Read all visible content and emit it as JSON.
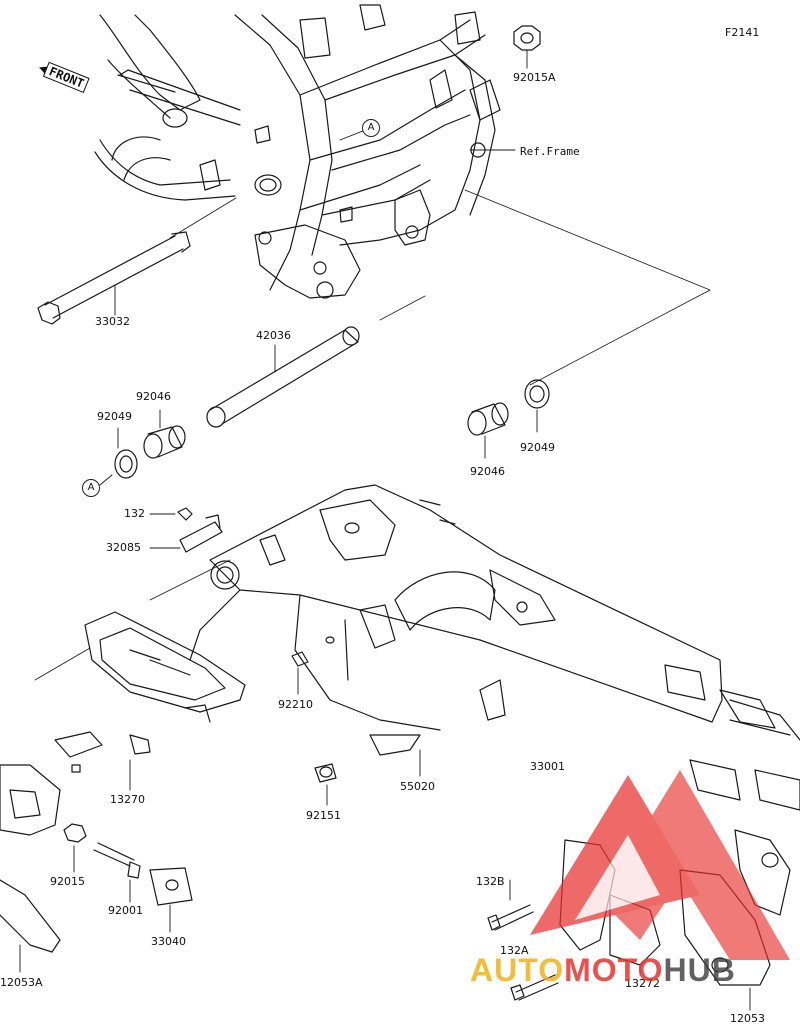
{
  "diagram": {
    "figure_code": "F2141",
    "direction_marker": "FRONT",
    "ref_marker": "A",
    "ref_label": "Ref.Frame",
    "part_labels": {
      "p92015A": "92015A",
      "p33032": "33032",
      "p42036": "42036",
      "p92046_left": "92046",
      "p92049_left": "92049",
      "p92049_right": "92049",
      "p92046_right": "92046",
      "p132": "132",
      "p32085": "32085",
      "p92210": "92210",
      "p13270": "13270",
      "p55020": "55020",
      "p92151": "92151",
      "p33001": "33001",
      "p92015": "92015",
      "p92001": "92001",
      "p33040": "33040",
      "p12053A": "12053A",
      "p132B": "132B",
      "p132A": "132A",
      "p13272": "13272",
      "p12053": "12053"
    }
  },
  "watermark": {
    "text_auto": "AUTO",
    "text_moto": "MOTO",
    "text_hub": "HUB",
    "colors": {
      "auto": "#f2b21b",
      "moto": "#e8322f",
      "hub": "#3b3b3b",
      "logo": "#e8322f"
    }
  }
}
